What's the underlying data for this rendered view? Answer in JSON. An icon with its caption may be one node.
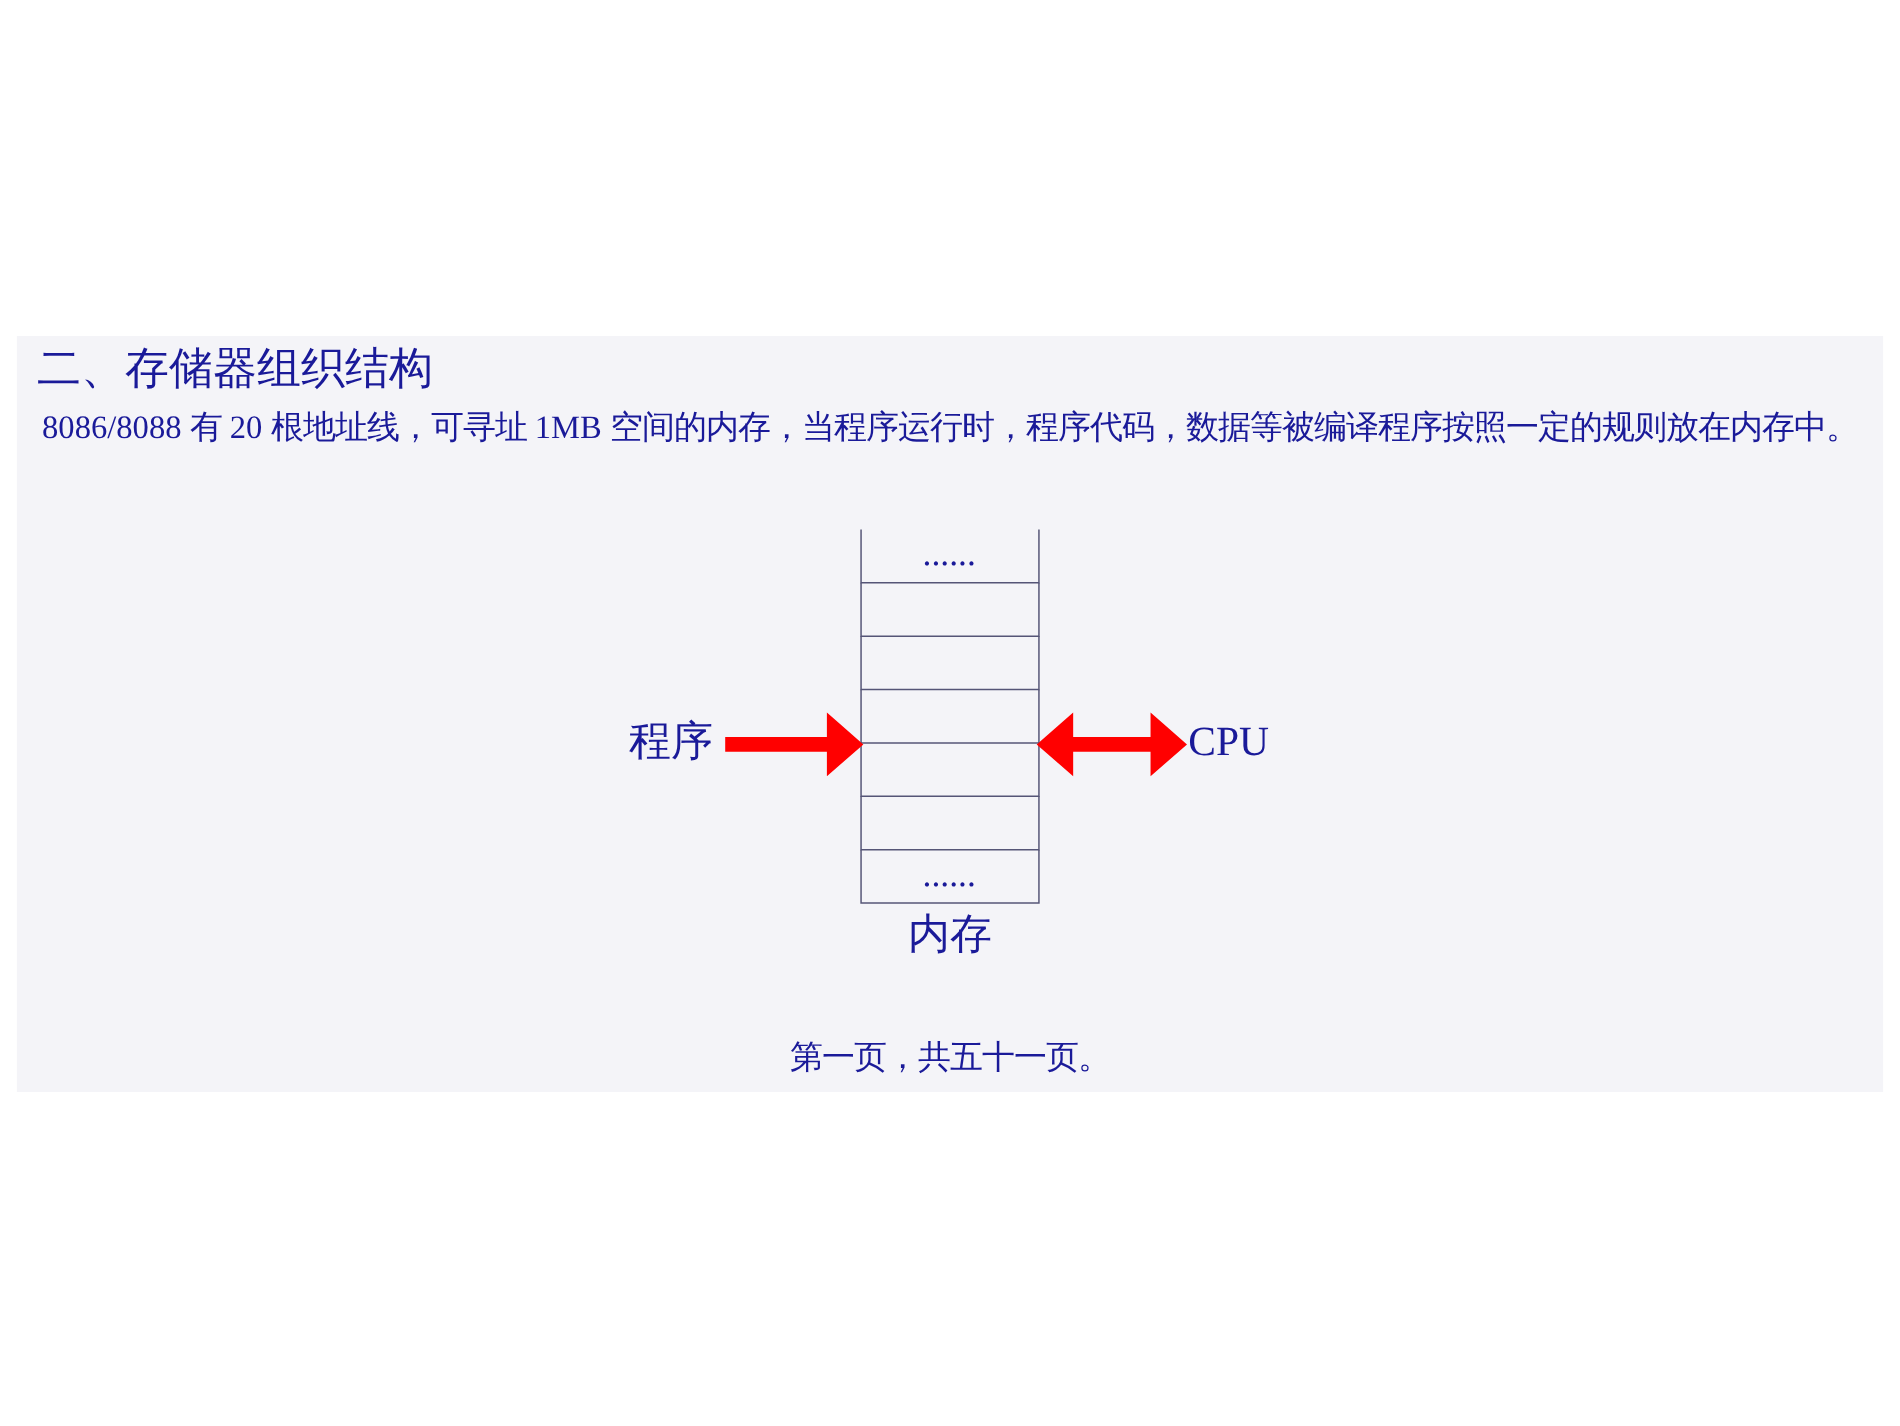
{
  "diagram": {
    "title": "二、存储器组织结构",
    "nodes": [
      {
        "text": [
          "程序"
        ]
      },
      {
        "text": [
          "......",
          "......",
          "内存"
        ]
      },
      {
        "text": [
          "CPU"
        ]
      }
    ],
    "edges": [
      {
        "from": 0,
        "to": 1,
        "arrow": "to"
      },
      {
        "from": 1,
        "to": 2,
        "arrow": "both"
      }
    ],
    "labels": [
      "8086/8088 有 20 根地址线，可寻址 1MB 空间的内存，当程序运行时，程序代码，数据等被编译程序按照一定的规则放在内存中。",
      "第一页，共五十一页。"
    ]
  }
}
